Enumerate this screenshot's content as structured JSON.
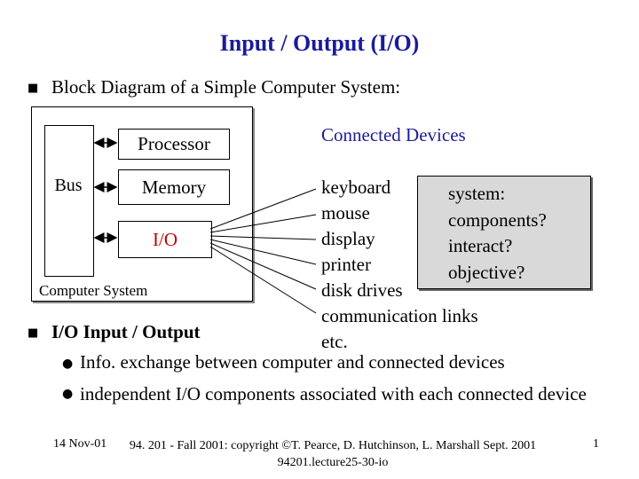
{
  "slide": {
    "title": "Input / Output (I/O)",
    "bullet1": "Block Diagram of a Simple Computer System:",
    "diagram": {
      "bus": "Bus",
      "processor": "Processor",
      "memory": "Memory",
      "io": "I/O",
      "system_label": "Computer System",
      "connected_title": "Connected Devices",
      "devices": [
        "keyboard",
        "mouse",
        "display",
        "printer",
        "disk drives",
        "communication links",
        "etc."
      ],
      "questions": [
        "system:",
        "components?",
        "interact?",
        "objective?"
      ]
    },
    "bullet2": "I/O  Input / Output",
    "sub_bullets": [
      "Info. exchange between computer and connected devices",
      "independent I/O components associated with each connected device"
    ],
    "footer": {
      "date": "14 Nov-01",
      "center_line1": "94. 201 - Fall 2001: copyright ©T. Pearce, D. Hutchinson, L. Marshall Sept. 2001",
      "center_line2": "94201.lecture25-30-io",
      "page": "1"
    },
    "colors": {
      "title": "#1b1b9a",
      "io_text": "#c00000",
      "question_box": "#d9d9d9"
    }
  }
}
